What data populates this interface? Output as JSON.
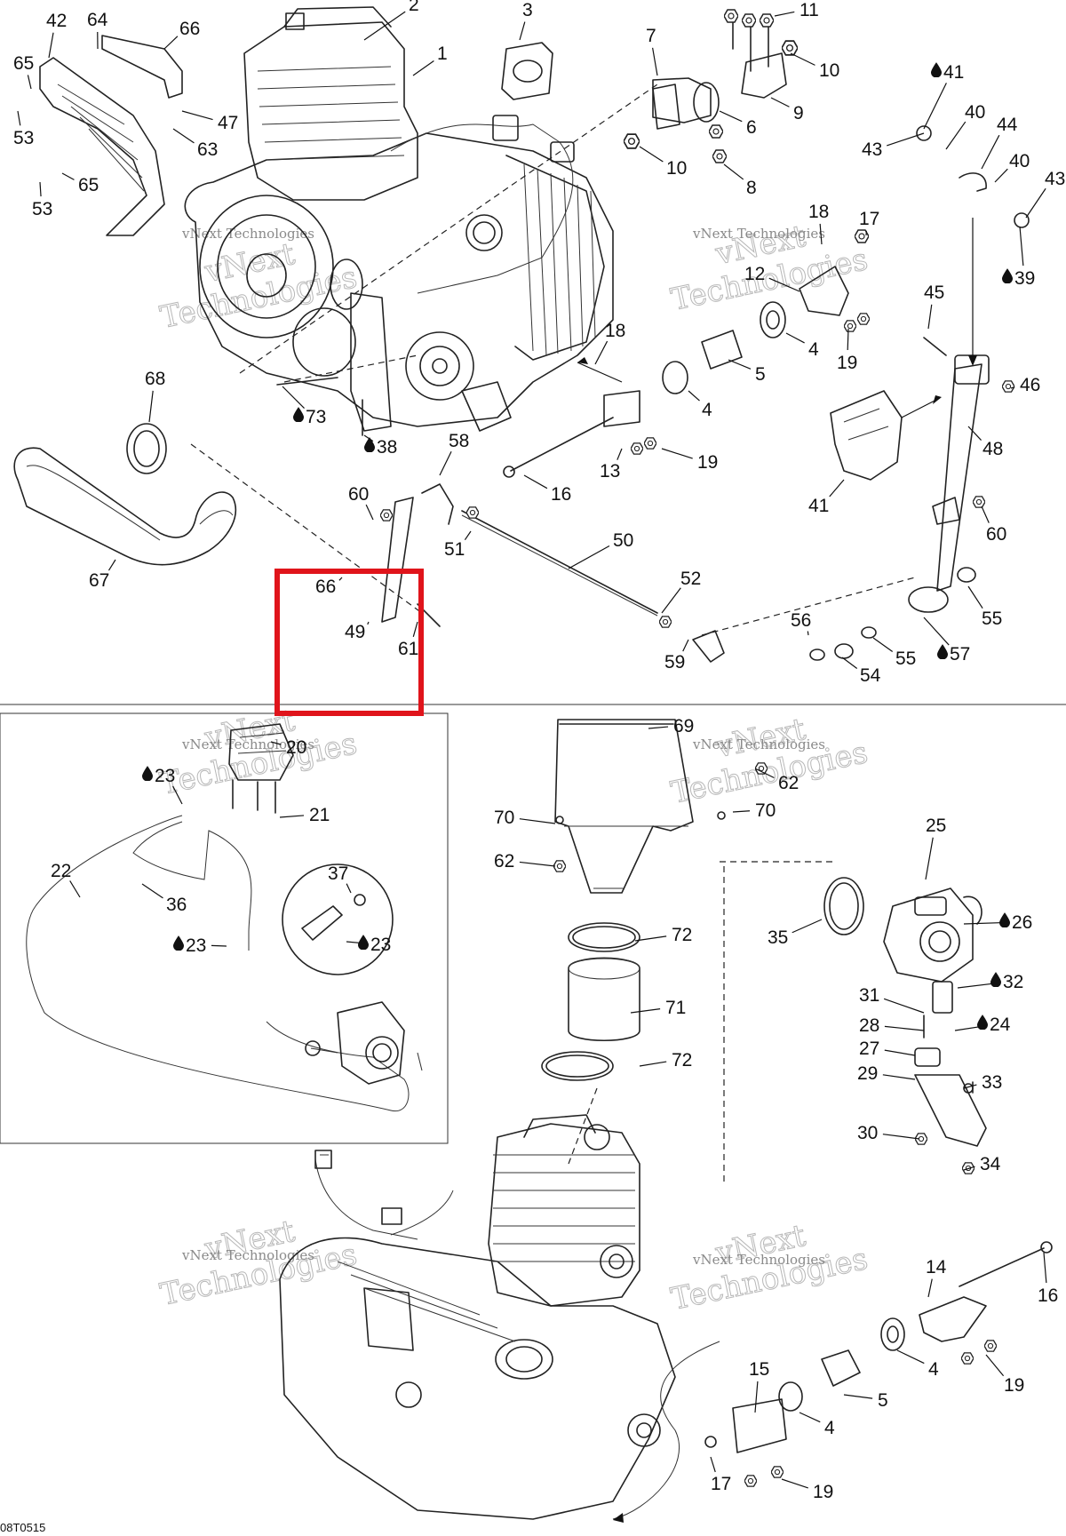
{
  "diagram_code": "08T0515",
  "watermark": {
    "line1": "vNext",
    "line2": "Technologies",
    "caption": "vNext Technologies"
  },
  "drop_icon": "oil-drop-icon",
  "highlight": {
    "color": "#e0141b",
    "label": "selected-parts-box"
  },
  "callouts": [
    "1",
    "2",
    "3",
    "4",
    "5",
    "6",
    "7",
    "8",
    "9",
    "10",
    "11",
    "12",
    "13",
    "14",
    "15",
    "16",
    "17",
    "18",
    "19",
    "20",
    "21",
    "22",
    "23",
    "24",
    "25",
    "26",
    "27",
    "28",
    "29",
    "30",
    "31",
    "32",
    "33",
    "34",
    "35",
    "36",
    "37",
    "38",
    "39",
    "40",
    "41",
    "42",
    "43",
    "44",
    "45",
    "46",
    "47",
    "48",
    "49",
    "50",
    "51",
    "52",
    "53",
    "54",
    "55",
    "56",
    "57",
    "58",
    "59",
    "60",
    "61",
    "62",
    "63",
    "64",
    "65",
    "66",
    "67",
    "68",
    "69",
    "70",
    "71",
    "72",
    "73"
  ]
}
